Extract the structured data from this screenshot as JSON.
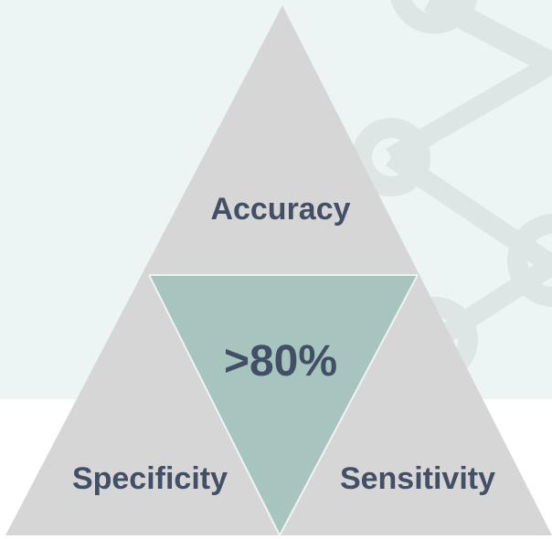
{
  "diagram": {
    "top_label": "Accuracy",
    "center_label": ">80%",
    "bottom_left_label": "Specificity",
    "bottom_right_label": "Sensitivity"
  },
  "colors": {
    "panel_background": "#edf5f4",
    "page_background": "#ffffff",
    "network_decoration": "#dde6e4",
    "outer_triangle": "#d6d6d6",
    "center_triangle": "#a7c4be",
    "label_text": "#434f66"
  },
  "icons": {
    "background_graphic": "network-nodes-icon"
  }
}
